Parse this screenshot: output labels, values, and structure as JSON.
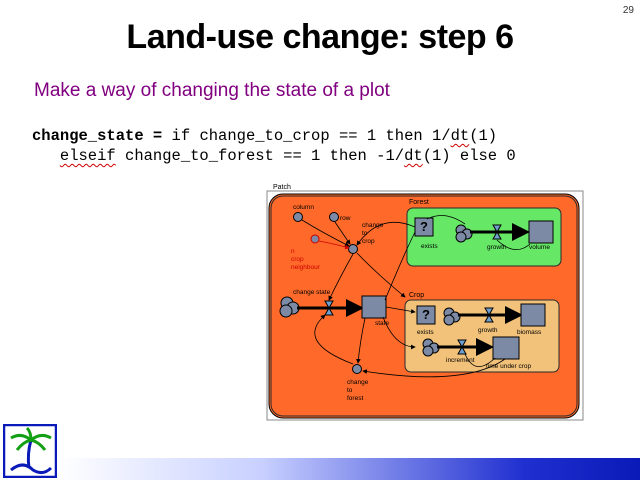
{
  "slide": {
    "number": "29",
    "title": "Land-use change: step 6",
    "subtitle": "Make a way of changing the state of a plot"
  },
  "code": {
    "line1": {
      "keyword": "change_state =",
      "pre": " if change_to_crop == 1 then 1/",
      "dt": "dt",
      "post": "(1)"
    },
    "line2": {
      "indent": "   ",
      "keyword": "elseif",
      "pre": " change_to_forest == 1 then -1/",
      "dt": "dt",
      "post": "(1) else 0"
    }
  },
  "diagram": {
    "patch_label": "Patch",
    "forest_label": "Forest",
    "crop_label": "Crop",
    "column": "column",
    "row": "row",
    "change_to_crop": [
      "change",
      "to",
      "crop"
    ],
    "crop_neighbour": [
      "n",
      "crop",
      "neighbour"
    ],
    "change_state": "change state",
    "state": "state",
    "change_to_forest": [
      "change",
      "to",
      "forest"
    ],
    "forest_exists": "exists",
    "forest_growth": "growth",
    "volume": "volume",
    "crop_exists": "exists",
    "crop_growth": "growth",
    "biomass": "biomass",
    "increment": "increment",
    "time_under_crop": "time under crop",
    "question_mark": "?",
    "colors": {
      "patch": "#ff6a2a",
      "forest": "#66e866",
      "crop": "#f2c27a",
      "stock": "#7c8aa6"
    }
  },
  "logo": {
    "icon": "palm-tree-logo-icon"
  }
}
